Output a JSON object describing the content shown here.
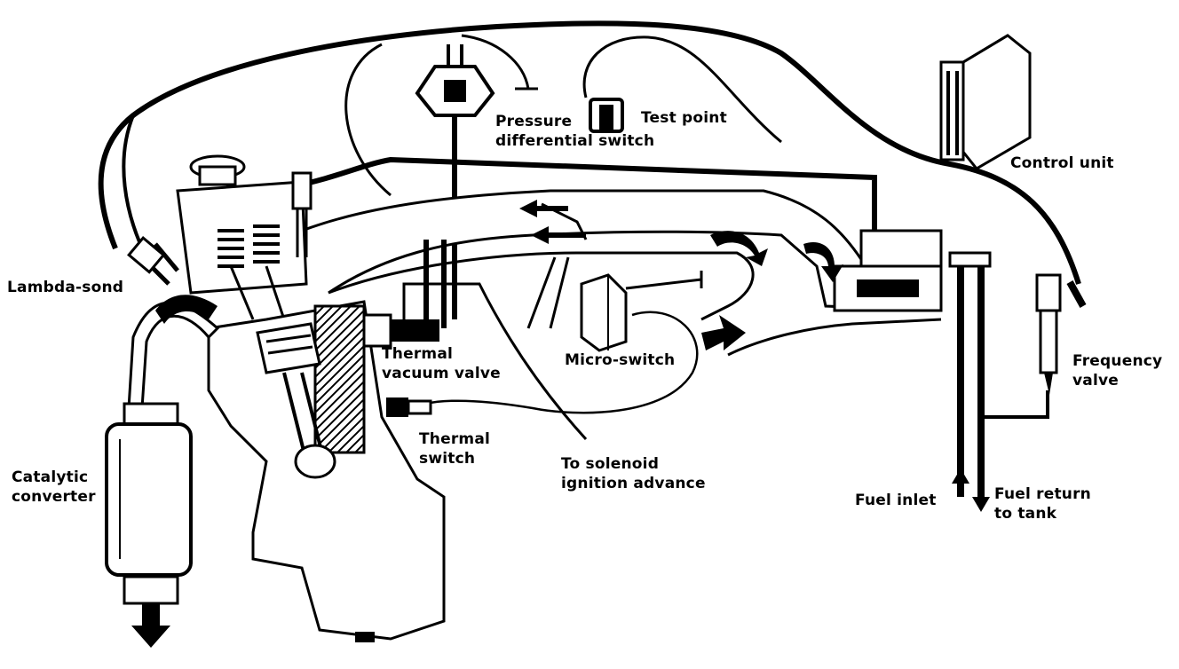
{
  "colors": {
    "ink": "#000000",
    "paper": "#ffffff",
    "hatch": "#1a1a1a"
  },
  "labels": {
    "pressure_switch": {
      "line1": "Pressure",
      "line2": "differential switch"
    },
    "test_point": "Test point",
    "control_unit": "Control unit",
    "lambda_sond": "Lambda-sond",
    "thermal_vacuum_valve": {
      "line1": "Thermal",
      "line2": "vacuum valve"
    },
    "micro_switch": "Micro-switch",
    "frequency_valve": {
      "line1": "Frequency",
      "line2": "valve"
    },
    "catalytic_converter": {
      "line1": "Catalytic",
      "line2": "converter"
    },
    "thermal_switch": {
      "line1": "Thermal",
      "line2": "switch"
    },
    "solenoid": {
      "line1": "To solenoid",
      "line2": "ignition advance"
    },
    "fuel_inlet": "Fuel inlet",
    "fuel_return": {
      "line1": "Fuel return",
      "line2": "to tank"
    }
  }
}
